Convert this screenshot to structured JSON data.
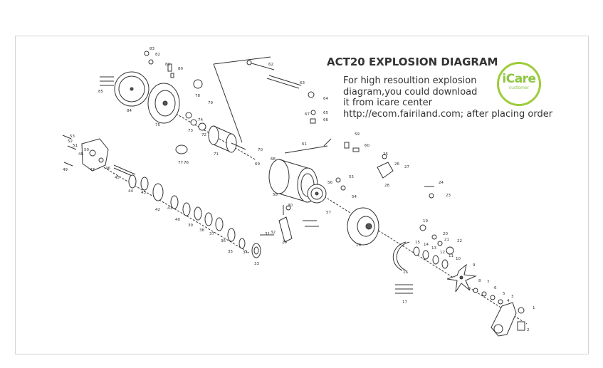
{
  "header": {
    "title": "ACT20 EXPLOSION DIAGRAM",
    "description_lines": [
      "For high resoultion explosion",
      "diagram,you could download",
      "it from icare center",
      "http://ecom.fairiland.com; after placing order"
    ]
  },
  "logo": {
    "brand": "iCare",
    "sub": "customer",
    "color": "#8cc63f"
  },
  "part_labels": [
    "1",
    "2",
    "3",
    "4",
    "5",
    "6",
    "7",
    "8",
    "9",
    "10",
    "11",
    "12",
    "13",
    "14",
    "15",
    "16",
    "17",
    "18",
    "19",
    "20",
    "21",
    "22",
    "23",
    "24",
    "25",
    "26",
    "27",
    "28",
    "29",
    "30",
    "31",
    "32",
    "33",
    "34",
    "35",
    "36",
    "37",
    "38",
    "39",
    "40",
    "41",
    "42",
    "43",
    "44",
    "45",
    "46",
    "47",
    "48",
    "49",
    "50",
    "51",
    "52",
    "53",
    "54",
    "55",
    "56",
    "57",
    "58",
    "59",
    "60",
    "61",
    "62",
    "63",
    "64",
    "65",
    "66",
    "67",
    "68",
    "69",
    "70",
    "71",
    "72",
    "73",
    "74",
    "75",
    "76",
    "77",
    "78",
    "79",
    "80",
    "81",
    "82",
    "83",
    "84",
    "85"
  ]
}
